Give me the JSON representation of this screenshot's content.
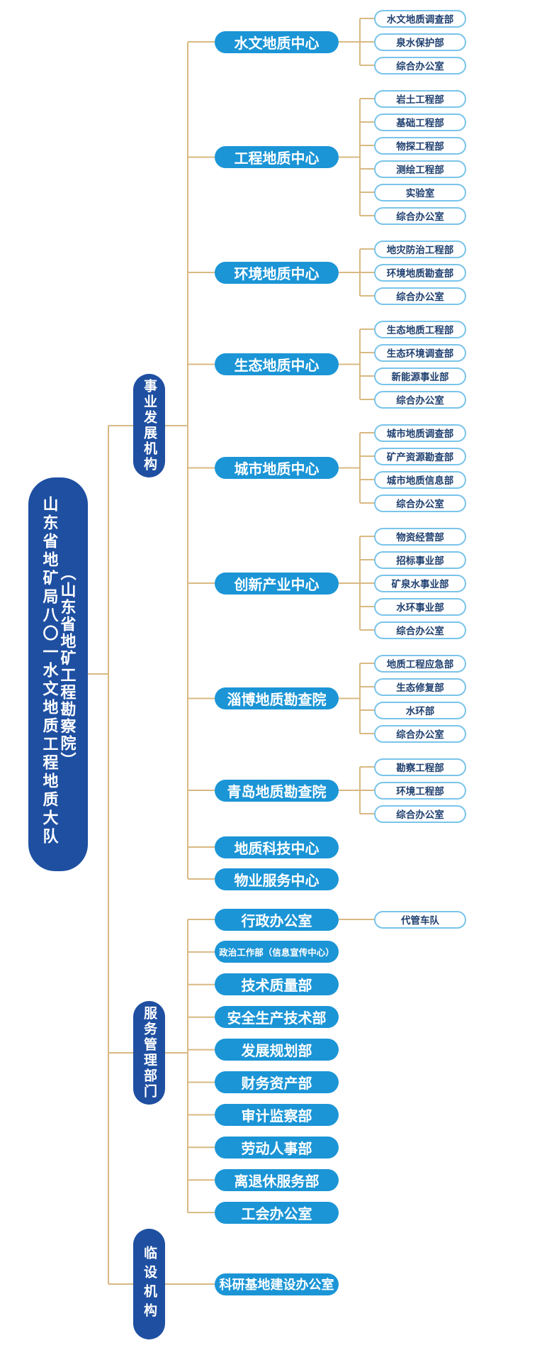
{
  "colors": {
    "primary_dark_blue": "#1e4fa1",
    "node_blue": "#1b95d6",
    "leaf_border": "#79c4ea",
    "leaf_text": "#1f4070",
    "connector": "#d8b983"
  },
  "root": {
    "title": "山东省地矿局八〇一水文地质工程地质大队",
    "subtitle": "（山东省地矿工程勘察院）"
  },
  "categories": [
    {
      "label": "事业发展机构",
      "children": [
        {
          "label": "水文地质中心",
          "leaves": [
            "水文地质调查部",
            "泉水保护部",
            "综合办公室"
          ]
        },
        {
          "label": "工程地质中心",
          "leaves": [
            "岩土工程部",
            "基础工程部",
            "物探工程部",
            "测绘工程部",
            "实验室",
            "综合办公室"
          ]
        },
        {
          "label": "环境地质中心",
          "leaves": [
            "地灾防治工程部",
            "环境地质勘查部",
            "综合办公室"
          ]
        },
        {
          "label": "生态地质中心",
          "leaves": [
            "生态地质工程部",
            "生态环境调查部",
            "新能源事业部",
            "综合办公室"
          ]
        },
        {
          "label": "城市地质中心",
          "leaves": [
            "城市地质调查部",
            "矿产资源勘查部",
            "城市地质信息部",
            "综合办公室"
          ]
        },
        {
          "label": "创新产业中心",
          "leaves": [
            "物资经营部",
            "招标事业部",
            "矿泉水事业部",
            "水环事业部",
            "综合办公室"
          ]
        },
        {
          "label": "淄博地质勘查院",
          "leaves": [
            "地质工程应急部",
            "生态修复部",
            "水环部",
            "综合办公室"
          ]
        },
        {
          "label": "青岛地质勘查院",
          "leaves": [
            "勘察工程部",
            "环境工程部",
            "综合办公室"
          ]
        },
        {
          "label": "地质科技中心",
          "leaves": []
        },
        {
          "label": "物业服务中心",
          "leaves": []
        }
      ]
    },
    {
      "label": "服务管理部门",
      "children": [
        {
          "label": "行政办公室",
          "leaves": [
            "代管车队"
          ]
        },
        {
          "label": "政治工作部（信息宣传中心）",
          "leaves": []
        },
        {
          "label": "技术质量部",
          "leaves": []
        },
        {
          "label": "安全生产技术部",
          "leaves": []
        },
        {
          "label": "发展规划部",
          "leaves": []
        },
        {
          "label": "财务资产部",
          "leaves": []
        },
        {
          "label": "审计监察部",
          "leaves": []
        },
        {
          "label": "劳动人事部",
          "leaves": []
        },
        {
          "label": "离退休服务部",
          "leaves": []
        },
        {
          "label": "工会办公室",
          "leaves": []
        }
      ]
    },
    {
      "label": "临设机构",
      "children": [
        {
          "label": "科研基地建设办公室",
          "leaves": []
        }
      ]
    }
  ]
}
